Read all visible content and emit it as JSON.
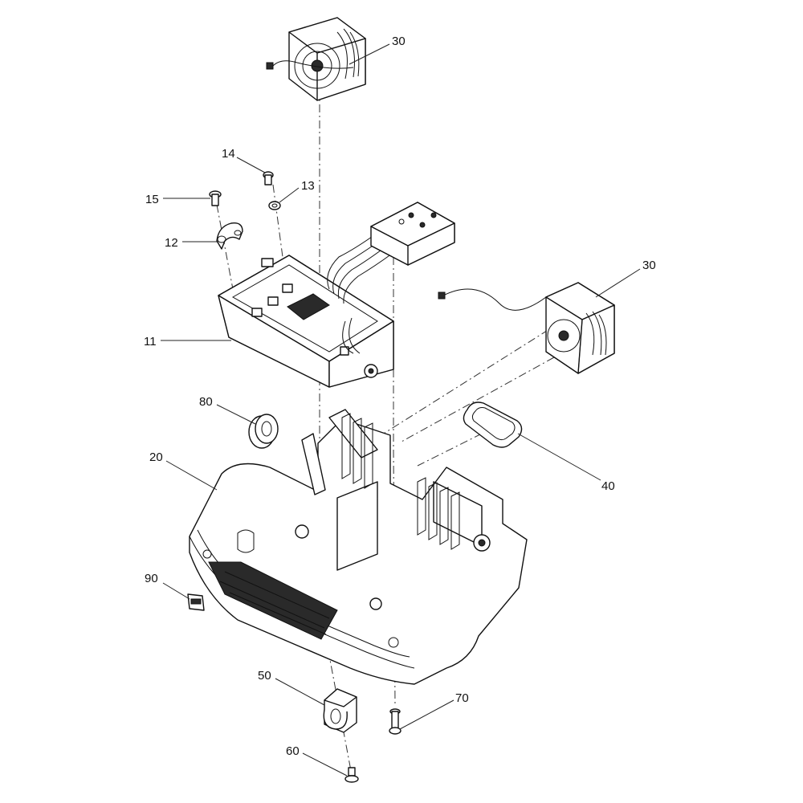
{
  "diagram": {
    "callouts": [
      {
        "id": "fan-top",
        "label": "30"
      },
      {
        "id": "screw-14",
        "label": "14"
      },
      {
        "id": "washer-13",
        "label": "13"
      },
      {
        "id": "screw-15",
        "label": "15"
      },
      {
        "id": "clamp-12",
        "label": "12"
      },
      {
        "id": "fan-side",
        "label": "30"
      },
      {
        "id": "controller-11",
        "label": "11"
      },
      {
        "id": "ring-80",
        "label": "80"
      },
      {
        "id": "housing-20",
        "label": "20"
      },
      {
        "id": "gasket-40",
        "label": "40"
      },
      {
        "id": "clip-90",
        "label": "90"
      },
      {
        "id": "bracket-50",
        "label": "50"
      },
      {
        "id": "screw-70",
        "label": "70"
      },
      {
        "id": "screw-60",
        "label": "60"
      }
    ]
  }
}
